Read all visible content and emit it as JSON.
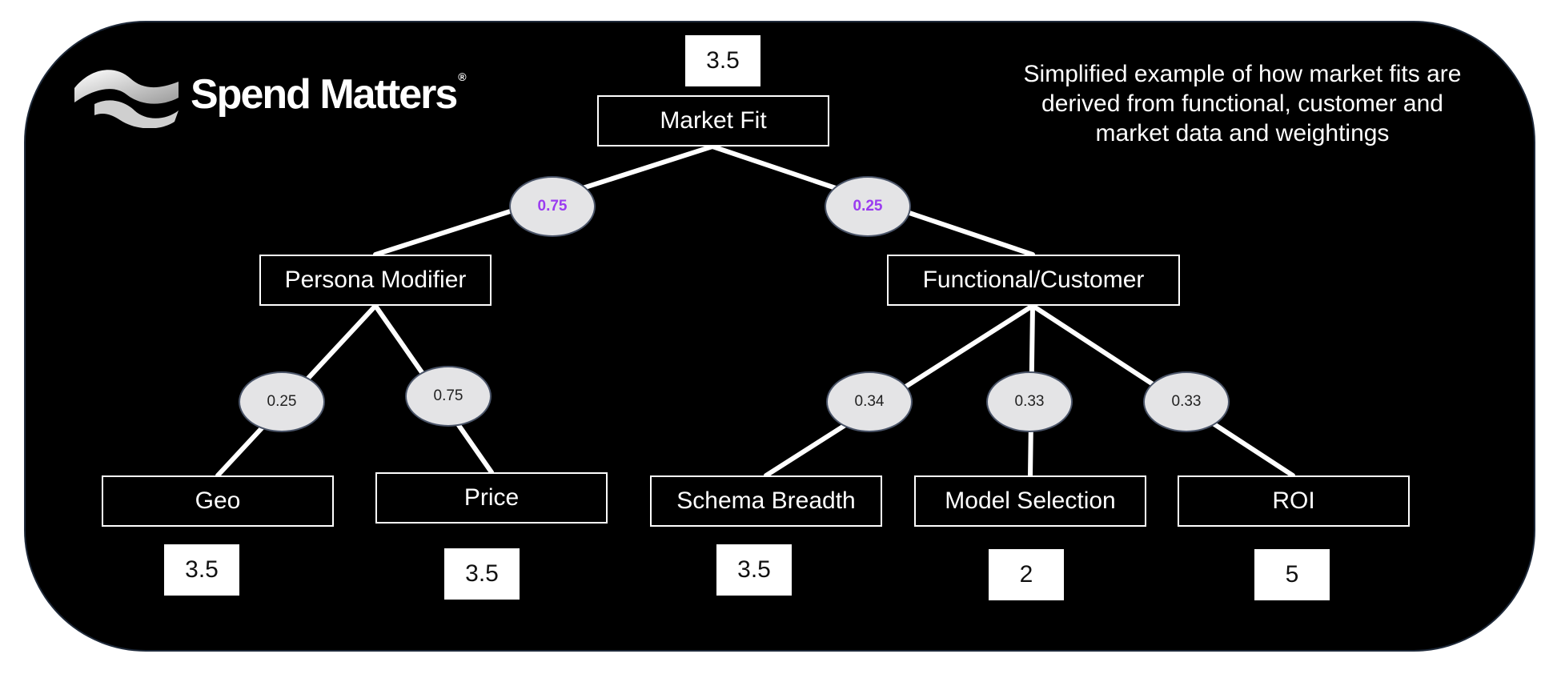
{
  "brand": {
    "name": "Spend Matters",
    "registered": "®"
  },
  "caption": "Simplified example of how market fits are derived from functional, customer and market data and weightings",
  "root": {
    "label": "Market Fit",
    "score": "3.5"
  },
  "branches": {
    "persona": {
      "label": "Persona Modifier",
      "weight": "0.75"
    },
    "functional": {
      "label": "Functional/Customer",
      "weight": "0.25"
    }
  },
  "leaves": {
    "geo": {
      "label": "Geo",
      "weight": "0.25",
      "score": "3.5"
    },
    "price": {
      "label": "Price",
      "weight": "0.75",
      "score": "3.5"
    },
    "schema": {
      "label": "Schema Breadth",
      "weight": "0.34",
      "score": "3.5"
    },
    "model": {
      "label": "Model Selection",
      "weight": "0.33",
      "score": "2"
    },
    "roi": {
      "label": "ROI",
      "weight": "0.33",
      "score": "5"
    }
  },
  "colors": {
    "panel": "#000000",
    "accent_weight": "#9b3cf0",
    "ellipse_fill": "#e4e4e6"
  }
}
